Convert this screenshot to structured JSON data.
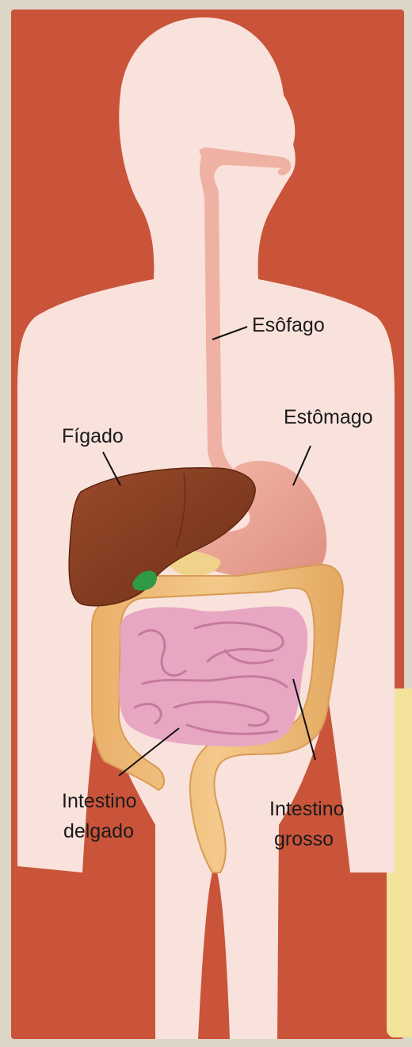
{
  "labels": {
    "esophagus": "Esôfago",
    "stomach": "Estômago",
    "liver": "Fígado",
    "small_intestine_line1": "Intestino",
    "small_intestine_line2": "delgado",
    "large_intestine_line1": "Intestino",
    "large_intestine_line2": "grosso"
  },
  "colors": {
    "background_panel": "#c9543a",
    "body": "#f8e2db",
    "esophagus": "#efb1a3",
    "stomach": "#eba091",
    "liver": "#8a3f22",
    "gallbladder": "#2f9a45",
    "pancreas": "#f0d28a",
    "small_intestine": "#e7a7c2",
    "large_intestine": "#efbf78",
    "paper_border": "#ddd6c6",
    "yellow_card": "#f3e29a"
  }
}
